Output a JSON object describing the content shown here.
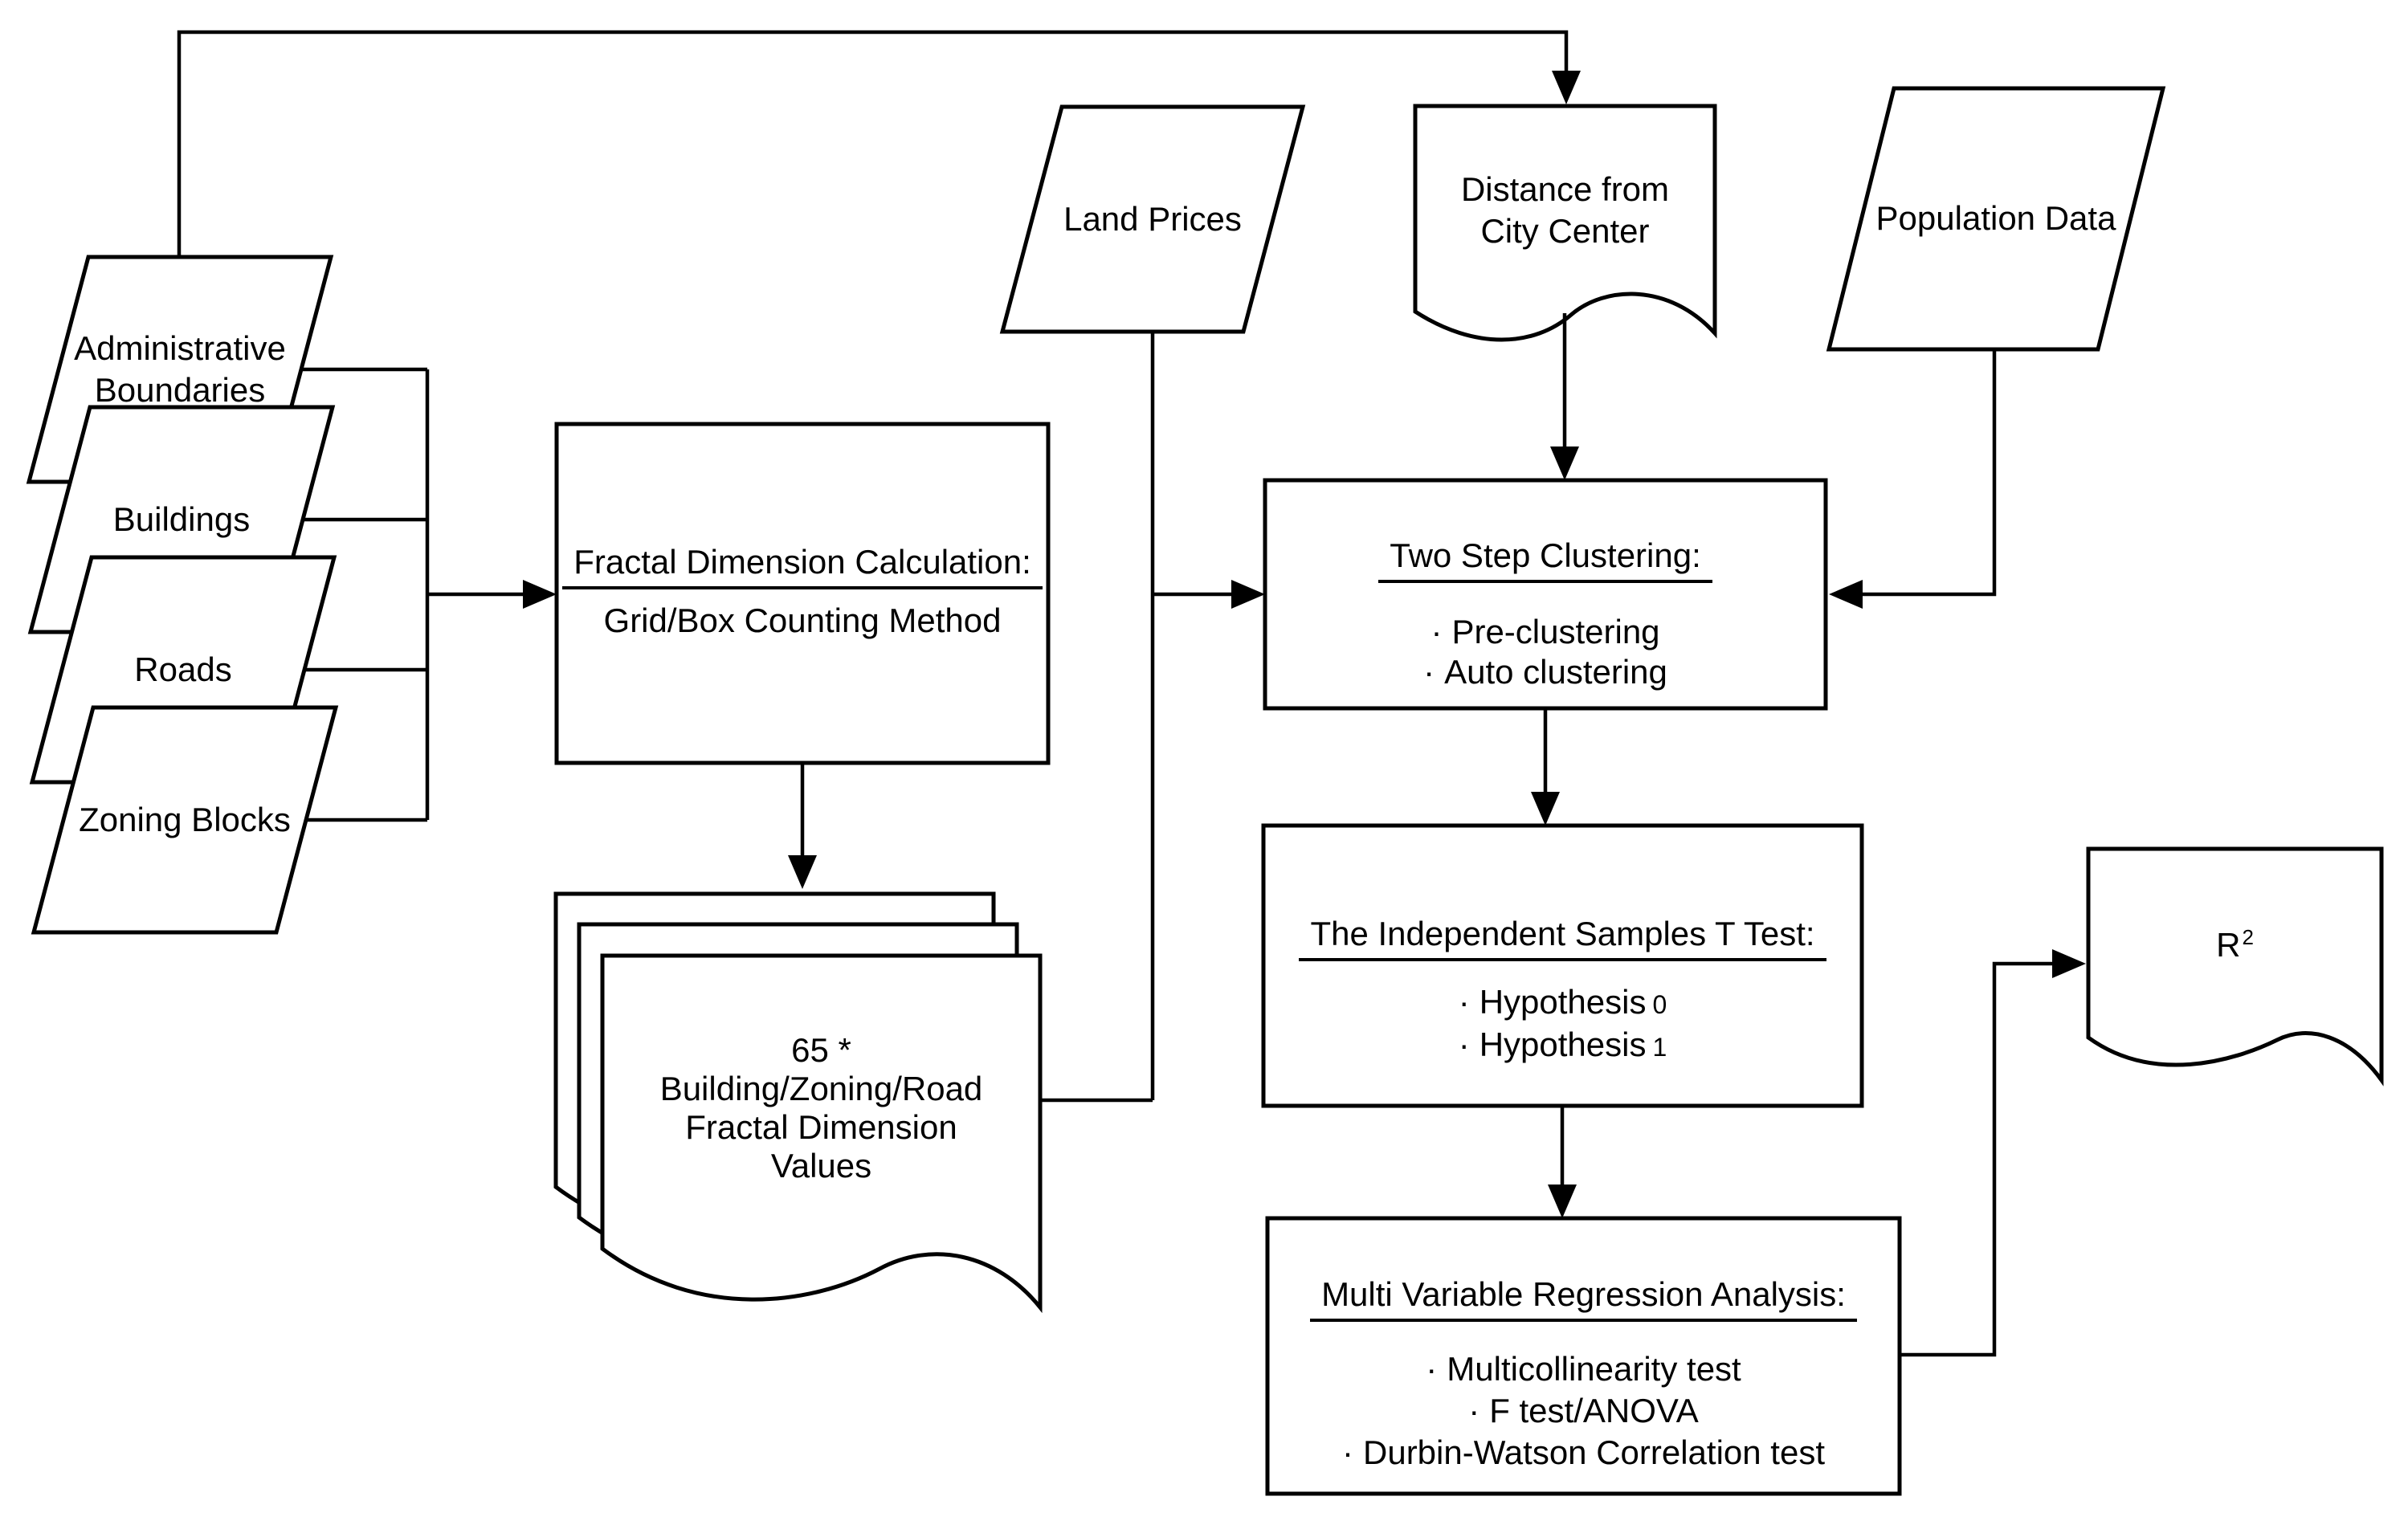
{
  "diagram": {
    "colors": {
      "background": "#ffffff",
      "stroke": "#000000",
      "text": "#000000"
    },
    "bullet_marker": "·",
    "nodes": {
      "admin_boundaries": {
        "shape": "parallelogram",
        "label": "Administrative Boundaries"
      },
      "buildings": {
        "shape": "parallelogram",
        "label": "Buildings"
      },
      "roads": {
        "shape": "parallelogram",
        "label": "Roads"
      },
      "zoning_blocks": {
        "shape": "parallelogram",
        "label": "Zoning Blocks"
      },
      "land_prices": {
        "shape": "parallelogram",
        "label": "Land Prices"
      },
      "distance_city_center": {
        "shape": "document",
        "label": "Distance from City Center"
      },
      "population_data": {
        "shape": "parallelogram",
        "label": "Population Data"
      },
      "fractal_calc": {
        "shape": "process",
        "title": "Fractal Dimension Calculation:",
        "body": "Grid/Box Counting Method"
      },
      "fractal_values": {
        "shape": "document-stack",
        "label": "65 * Building/Zoning/Road Fractal Dimension Values"
      },
      "two_step_clustering": {
        "shape": "process",
        "title": "Two Step Clustering:",
        "bullets": [
          {
            "text": "Pre-clustering"
          },
          {
            "text": "Auto clustering"
          }
        ]
      },
      "t_test": {
        "shape": "process",
        "title": "The Independent Samples T Test:",
        "bullets": [
          {
            "text": "Hypothesis",
            "sub": "0"
          },
          {
            "text": "Hypothesis",
            "sub": "1"
          }
        ]
      },
      "regression": {
        "shape": "process",
        "title": "Multi Variable Regression Analysis:",
        "bullets": [
          {
            "text": "Multicollinearity test"
          },
          {
            "text": "F test/ANOVA"
          },
          {
            "text": "Durbin-Watson Correlation test"
          }
        ]
      },
      "r_squared": {
        "shape": "document",
        "label": "R",
        "superscript": "2"
      }
    },
    "edges": [
      {
        "from": "admin_boundaries",
        "to": "distance_city_center"
      },
      {
        "from": "admin_boundaries",
        "to": "fractal_calc"
      },
      {
        "from": "buildings",
        "to": "fractal_calc"
      },
      {
        "from": "roads",
        "to": "fractal_calc"
      },
      {
        "from": "zoning_blocks",
        "to": "fractal_calc"
      },
      {
        "from": "fractal_calc",
        "to": "fractal_values"
      },
      {
        "from": "fractal_values",
        "to": "two_step_clustering"
      },
      {
        "from": "land_prices",
        "to": "two_step_clustering"
      },
      {
        "from": "distance_city_center",
        "to": "two_step_clustering"
      },
      {
        "from": "population_data",
        "to": "two_step_clustering"
      },
      {
        "from": "two_step_clustering",
        "to": "t_test"
      },
      {
        "from": "t_test",
        "to": "regression"
      },
      {
        "from": "regression",
        "to": "r_squared"
      }
    ]
  }
}
